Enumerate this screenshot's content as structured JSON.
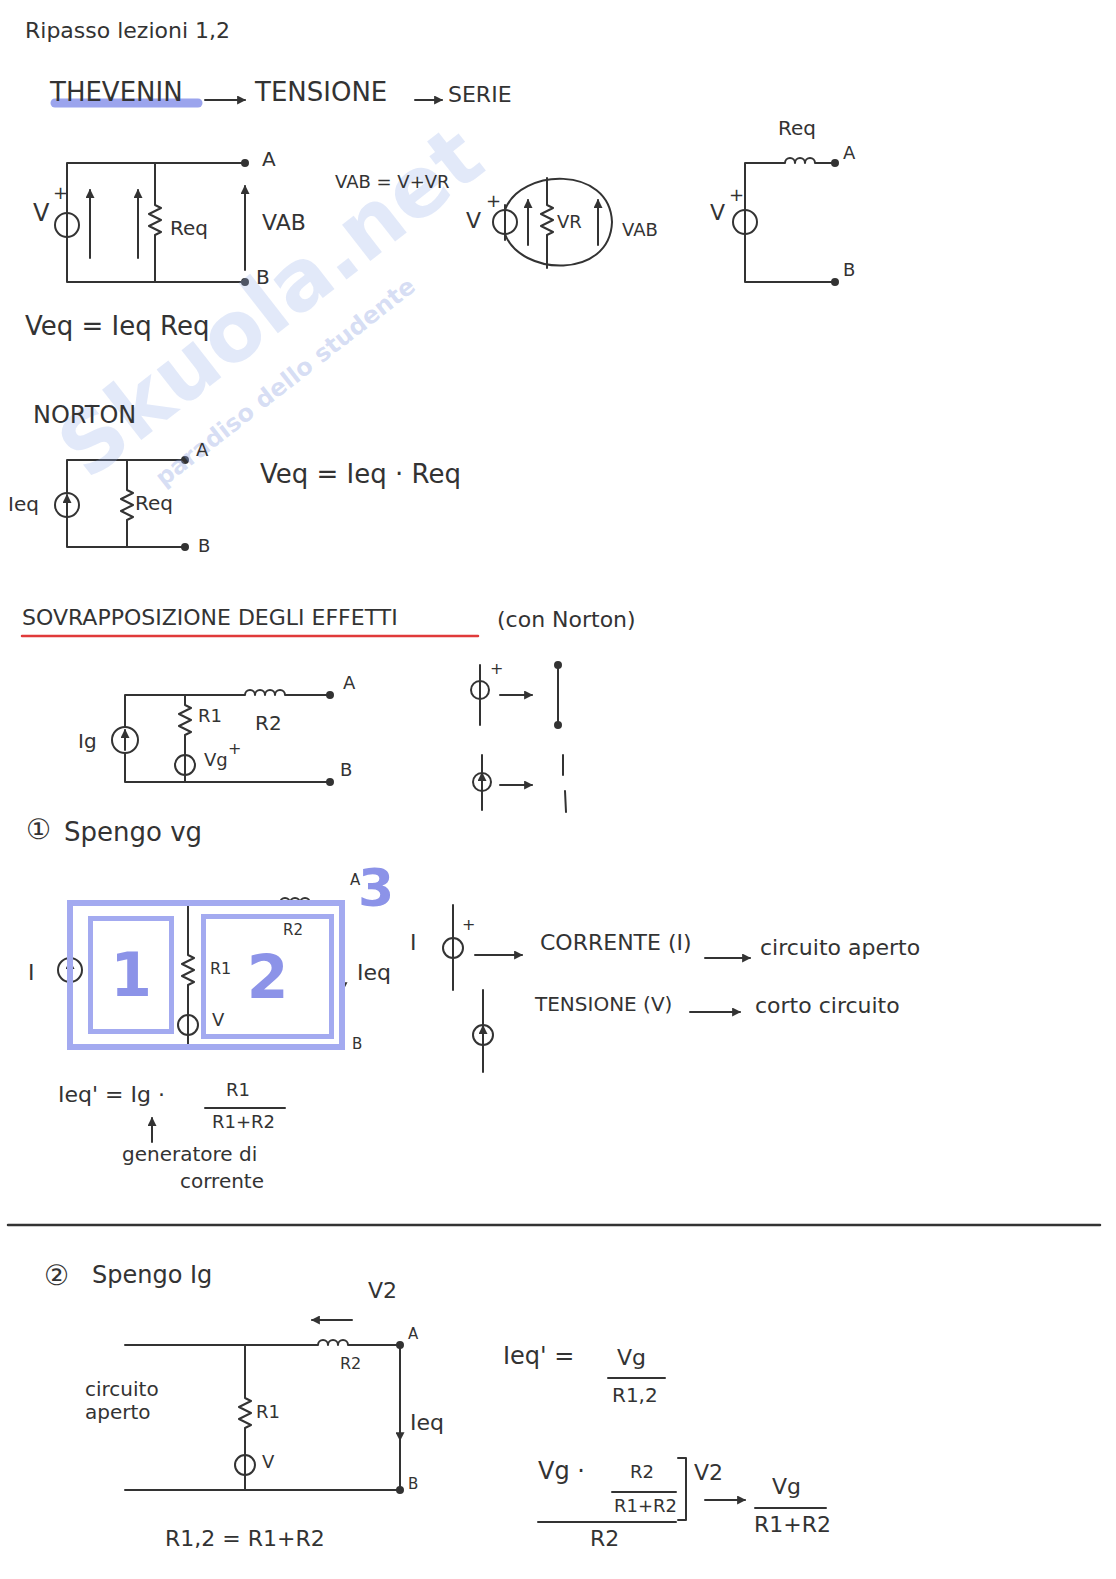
{
  "diagram": {
    "title": "Ripasso lezioni 1,2",
    "nodes": [
      {
        "text": [
          "3"
        ]
      },
      {
        "text": [
          "1"
        ],
        "in": 0
      },
      {
        "text": [
          "2"
        ],
        "in": 0
      }
    ],
    "labels": [
      "THEVENIN",
      "TENSIONE",
      "SERIE",
      "V",
      "+",
      "Req",
      "VAB",
      "A",
      "B",
      "VAB = V+VR",
      "V",
      "+",
      "VR",
      "VAB",
      "Req",
      "A",
      "V",
      "+",
      "B",
      "Veq = Ieq Req",
      "NORTON",
      "Ieq",
      "Req",
      "A",
      "B",
      "Veq = Ieq · Req",
      "SOVRAPPOSIZIONE DEGLI EFFETTI",
      "(con Norton)",
      "Ig",
      "R1",
      "R2",
      "A",
      "Vg",
      "+",
      "B",
      "+",
      "①",
      "Spengo vg",
      "I",
      "R1",
      "V",
      "R2",
      "A",
      "Ieq",
      "B",
      "I",
      "+",
      "CORRENTE (I)",
      "circuito aperto",
      "TENSIONE (V)",
      "corto circuito",
      "Ieq' = Ig ·",
      "R1",
      "R1+R2",
      "generatore di",
      "corrente",
      "②",
      "Spengo Ig",
      "V2",
      "R2",
      "A",
      "circuito aperto",
      "R1",
      "V",
      "Ieq",
      "B",
      "R1,2 = R1+R2",
      "Ieq' =",
      "Vg",
      "R1,2",
      "Vg ·",
      "R2",
      "R1+R2",
      "R2",
      "V2",
      "Vg",
      "R1+R2",
      "Skuola.net",
      "paradiso dello studente"
    ]
  }
}
